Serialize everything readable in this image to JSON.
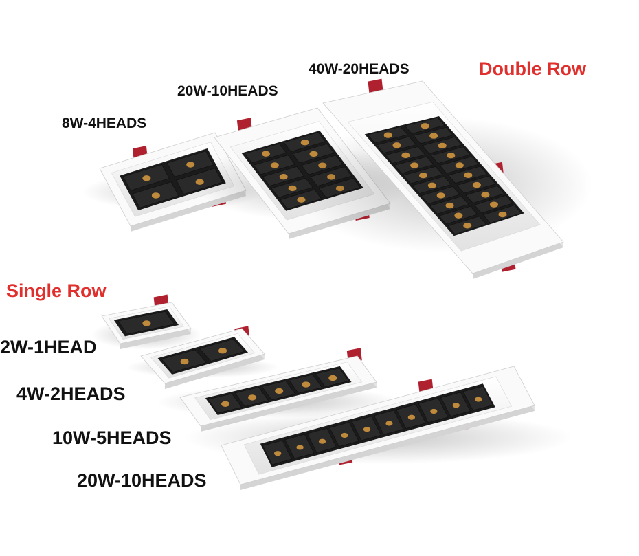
{
  "colors": {
    "background": "#ffffff",
    "label_text": "#111111",
    "heading_red": "#e0302e",
    "trim_white": "#fafafa",
    "cavity_black": "#1b1b1b",
    "led_amber": "#c08a3c",
    "clip_red": "#b0212f"
  },
  "headings": {
    "double_row": "Double Row",
    "single_row": "Single Row"
  },
  "double_row_products": [
    {
      "label": "8W-4HEADS",
      "heads": 4
    },
    {
      "label": "20W-10HEADS",
      "heads": 10
    },
    {
      "label": "40W-20HEADS",
      "heads": 20
    }
  ],
  "single_row_products": [
    {
      "label": "2W-1HEAD",
      "heads": 1
    },
    {
      "label": "4W-2HEADS",
      "heads": 2
    },
    {
      "label": "10W-5HEADS",
      "heads": 5
    },
    {
      "label": "20W-10HEADS",
      "heads": 10
    }
  ]
}
